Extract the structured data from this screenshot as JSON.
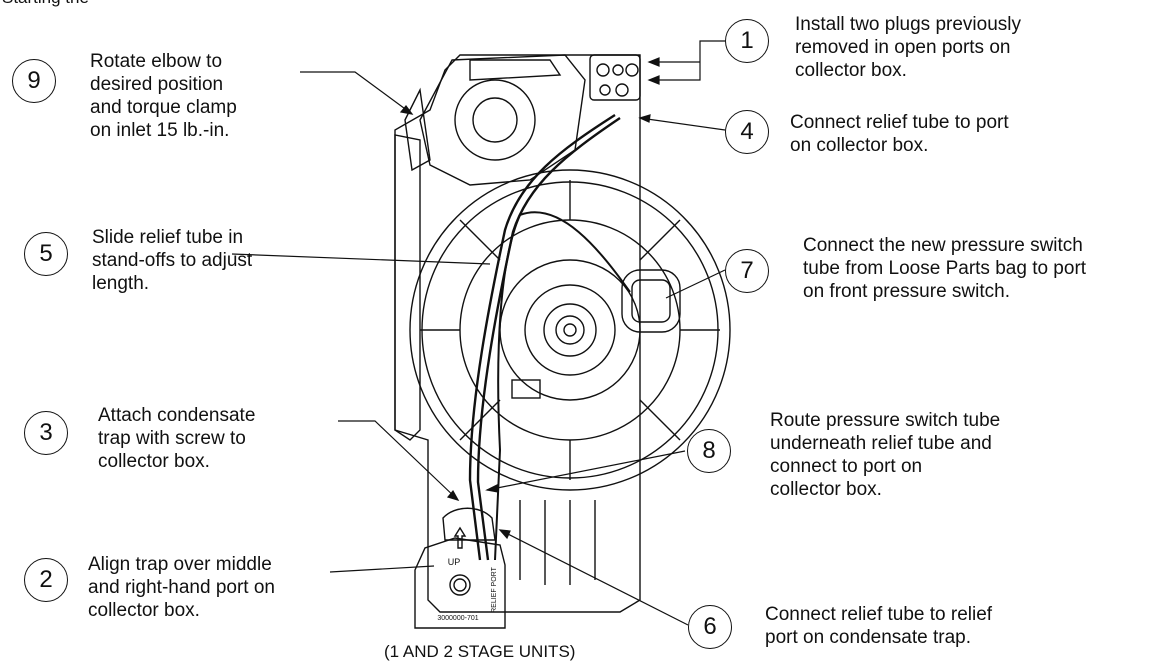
{
  "top_partial": "Starting the",
  "caption": "(1 AND 2 STAGE UNITS)",
  "callouts": [
    {
      "number": "1",
      "lines": [
        "Install two plugs previously",
        "removed in open ports on",
        "collector box."
      ]
    },
    {
      "number": "4",
      "lines": [
        "Connect relief tube to port",
        "on collector box."
      ]
    },
    {
      "number": "9",
      "lines": [
        "Rotate elbow to",
        "desired position",
        "and torque clamp",
        "on inlet 15 lb.-in."
      ]
    },
    {
      "number": "5",
      "lines": [
        "Slide relief tube in",
        "stand-offs to adjust",
        "length."
      ]
    },
    {
      "number": "7",
      "lines": [
        "Connect the new pressure switch",
        "tube from Loose Parts bag to port",
        "on front pressure switch."
      ]
    },
    {
      "number": "3",
      "lines": [
        "Attach condensate",
        "trap with screw to",
        "collector box."
      ]
    },
    {
      "number": "8",
      "lines": [
        "Route pressure switch tube",
        "underneath relief tube and",
        "connect to port on",
        "collector box."
      ]
    },
    {
      "number": "2",
      "lines": [
        "Align trap over middle",
        "and right-hand port on",
        "collector box."
      ]
    },
    {
      "number": "6",
      "lines": [
        "Connect relief tube to relief",
        "port on condensate trap."
      ]
    }
  ],
  "trap_labels": {
    "up": "UP",
    "relief_port": "RELIEF PORT",
    "part_no": "3000000-701"
  }
}
